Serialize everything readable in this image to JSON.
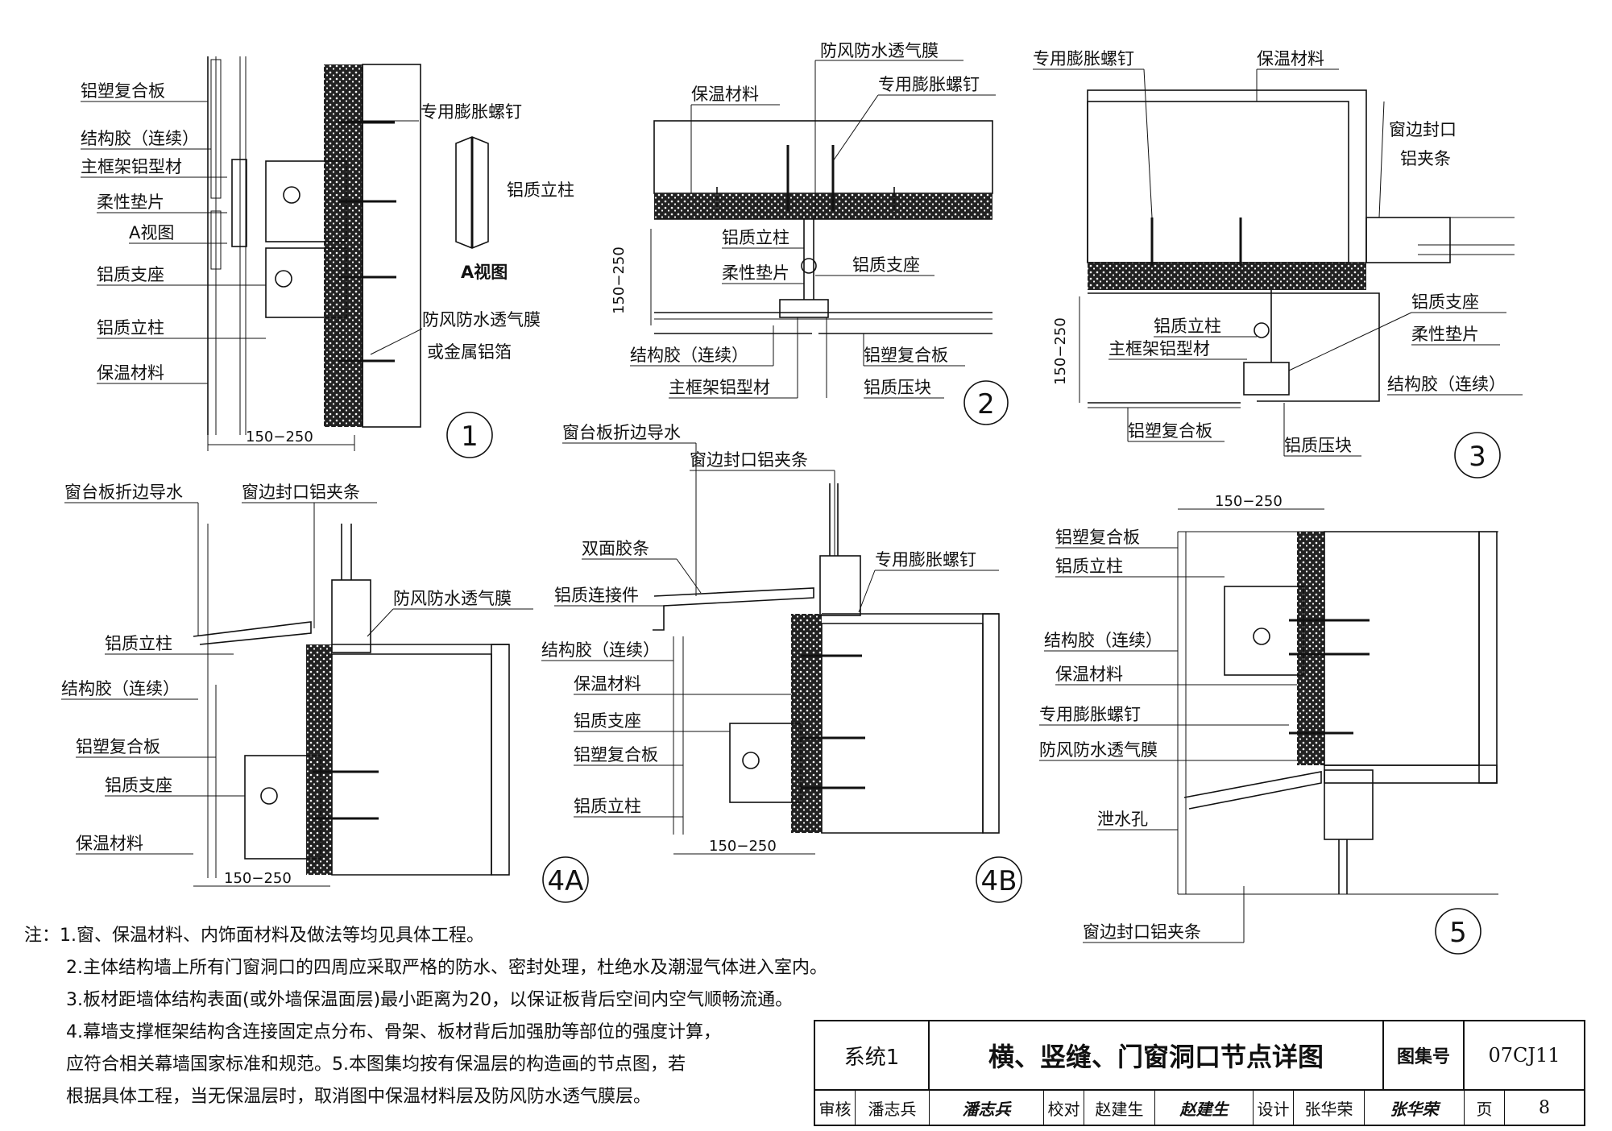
{
  "detail1": {
    "labels": [
      "铝塑复合板",
      "结构胶（连续）",
      "主框架铝型材",
      "柔性垫片",
      "A视图",
      "铝质支座",
      "铝质立柱",
      "保温材料",
      "专用膨胀螺钉",
      "防风防水透气膜",
      "或金属铝箔"
    ],
    "inset_label": "铝质立柱",
    "inset_title": "A视图",
    "dim": "150−250",
    "number": "1"
  },
  "detail2": {
    "labels": [
      "防风防水透气膜",
      "保温材料",
      "专用膨胀螺钉",
      "铝质立柱",
      "铝质支座",
      "柔性垫片",
      "结构胶（连续）",
      "主框架铝型材",
      "铝塑复合板",
      "铝质压块"
    ],
    "dim": "150−250",
    "number": "2"
  },
  "detail3": {
    "labels": [
      "专用膨胀螺钉",
      "保温材料",
      "窗边封口",
      "铝夹条",
      "铝质立柱",
      "主框架铝型材",
      "铝质支座",
      "柔性垫片",
      "结构胶（连续）",
      "铝塑复合板",
      "铝质压块"
    ],
    "dim": "150−250",
    "number": "3"
  },
  "detail4A": {
    "labels": [
      "窗台板折边导水",
      "窗边封口铝夹条",
      "防风防水透气膜",
      "铝质立柱",
      "结构胶（连续）",
      "铝塑复合板",
      "铝质支座",
      "保温材料"
    ],
    "dim": "150−250",
    "number": "4A"
  },
  "detail4B": {
    "labels": [
      "窗台板折边导水",
      "窗边封口铝夹条",
      "双面胶条",
      "专用膨胀螺钉",
      "铝质连接件",
      "结构胶（连续）",
      "保温材料",
      "铝质支座",
      "铝塑复合板",
      "铝质立柱"
    ],
    "dim": "150−250",
    "number": "4B"
  },
  "detail5": {
    "labels": [
      "铝塑复合板",
      "铝质立柱",
      "结构胶（连续）",
      "保温材料",
      "专用膨胀螺钉",
      "防风防水透气膜",
      "泄水孔",
      "窗边封口铝夹条"
    ],
    "dim": "150−250",
    "number": "5"
  },
  "notes": [
    "注：1.窗、保温材料、内饰面材料及做法等均见具体工程。",
    "2.主体结构墙上所有门窗洞口的四周应采取严格的防水、密封处理，杜绝水及潮湿气体进入室内。",
    "3.板材距墙体结构表面(或外墙保温面层)最小距离为20，以保证板背后空间内空气顺畅流通。",
    "4.幕墙支撑框架结构含连接固定点分布、骨架、板材背后加强肋等部位的强度计算，",
    "应符合相关幕墙国家标准和规范。5.本图集均按有保温层的构造画的节点图，若",
    "根据具体工程，当无保温层时，取消图中保温材料层及防风防水透气膜层。"
  ],
  "title_block": {
    "system": "系统1",
    "title": "横、竖缝、门窗洞口节点详图",
    "atlas_label": "图集号",
    "atlas_no": "07CJ11",
    "review_label": "审核",
    "reviewer": "潘志兵",
    "reviewer_sign": "潘志兵",
    "check_label": "校对",
    "checker": "赵建生",
    "checker_sign": "赵建生",
    "design_label": "设计",
    "designer": "张华荣",
    "designer_sign": "张华荣",
    "page_label": "页",
    "page_no": "8"
  }
}
